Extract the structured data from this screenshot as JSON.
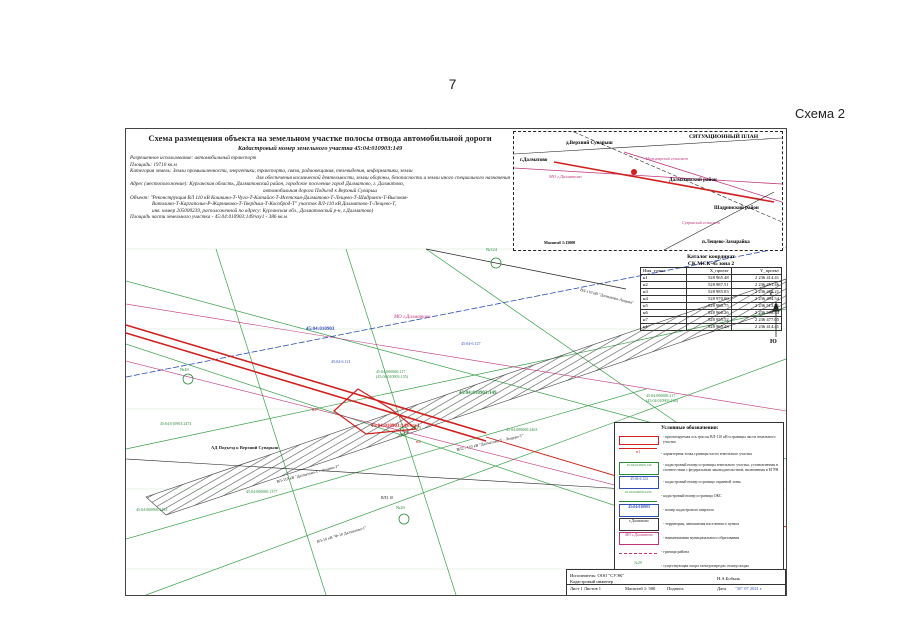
{
  "page_number": "7",
  "scheme_label": "Схема 2",
  "header": {
    "title": "Схема размещения объекта на земельном участке полосы отвода автомобильной дороги",
    "cadastral_number": "Кадастровый номер земельного участка 45:04:010903:149",
    "permitted_use": "Разрешенное использование: автомобильный транспорт",
    "area": "Площадь: 19710 кв.м",
    "category_line1": "Категория земель: Земли промышленности, энергетики, транспорта, связи, радиовещания, телевидения, информатики, земли",
    "category_line2": "для обеспечения космической деятельности, земли обороны, безопасности и земли иного специального назначения",
    "address_line1": "Адрес (местоположение): Курганская область, Далматовский район, городское поселение город Далматово, г. Далматово,",
    "address_line2": "автомобильная дорога Подъезд к Верхний Суварьш",
    "object_line1": "Объект: \"Реконструкция ВЛ 110 кВ Кошкино-Т-Чуга-Т-Катайск-Т-Исетская-Далматово-Т-Лещево-Т-Шадринск-Т-Высокая-",
    "object_line2": "Ватолино-Т-Каргаполье-Р-Жарниково-Т-Твердыш-Т-Кособрод-Т\" участок ВЛ-110 кВ Далматово-Т-Лещево-Т,",
    "object_line3": "инв. номер 205000239, расположенной по адресу: Курганская обл., Далматовский р-н, г.Далматово)",
    "part_area": "Площадь части земельного участка - 45:04:010903:149/чзу1 - 386 кв.м"
  },
  "inset": {
    "title": "СИТУАЦИОННЫЙ ПЛАН",
    "places": {
      "verkhny": "д.Верхний Суварыш",
      "dalmatovo_town": "г.Далматово",
      "mo": "МО г.Далматово",
      "district": "Далматовский район",
      "district_sub": "Нижнеярский сельсовет",
      "shadrinsk": "Шадринский район",
      "shadrinsk_sub": "Сухринский сельсовет",
      "leshevo": "п.Лещево-Замарайка"
    },
    "scale": "Масштаб 1:15000"
  },
  "coords": {
    "title1": "Каталог координат",
    "title2": "СК МСК-45 зона 2",
    "headers": [
      "Имя_точки",
      "X_проект",
      "Y_проект"
    ],
    "rows": [
      [
        "н1",
        "528 965.48",
        "2 236 414.41"
      ],
      [
        "н2",
        "528 987.51",
        "2 236 451.46"
      ],
      [
        "н3",
        "528 985.03",
        "2 236 469.21"
      ],
      [
        "н4",
        "528 970.00",
        "2 236 494.54"
      ],
      [
        "н5",
        "528 980.75",
        "2 236 513.01"
      ],
      [
        "н6",
        "528 966.26",
        "2 236 508.44"
      ],
      [
        "н7",
        "528 955.52",
        "2 236 477.05"
      ],
      [
        "н1",
        "528 965.48",
        "2 236 414.41"
      ]
    ]
  },
  "north": "С",
  "south": "Ю",
  "map_labels": {
    "quarter": "45:04:010903",
    "mo": "МО г.Далматово",
    "parcel": "45:04:010903:149",
    "part": "45:04:010903:149/чзу1",
    "zone1": "45:04-6.121",
    "zone2": "45:04-6.127",
    "p1": "45:04:000000:217",
    "p1b": "(45:04:010903:135)",
    "p2": "45:04:010903:2474",
    "p3": "45:04:000000:217",
    "p3b": "(45:04:010903:134)",
    "p4": "45:04:000000:2463",
    "p5": "45:04:000000:2463",
    "p6": "45:04:000000:1377",
    "road": "АД Подъезд к Верхний Суварыш",
    "vl_top": "ВЛ-110 кВ \"Далматово-Лещево\"",
    "vl_mid": "ВЛ2 - 110 кВ \"Далматово-Т - Лещево-Т\"",
    "vl_left": "ВЛ-110 кВ \"Далматово-Т - Лещево-Т\"",
    "vl_bottom": "ВЛ-10 кВ \"Ф-10 Далматово-1\"",
    "pole1": "№324",
    "pole2": "№40",
    "pole3": "№29",
    "pole4": "№20",
    "n1": "н1",
    "n4": "н4",
    "vl10": "ВЛЗ 10"
  },
  "legend": {
    "title": "Условные обозначения:",
    "items": [
      {
        "sym": "",
        "text": "- проектируемая ось трассы ВЛ-110 кВ и границы части земельного участка"
      },
      {
        "sym": "н1",
        "text": "- характерная точка границы части земельного участка"
      },
      {
        "sym": "45:04:010903:149",
        "text": "- кадастровый номер и границы земельного участка, установленная в соответствии с федеральным законодательством, включенная в ЕГРН"
      },
      {
        "sym": "45:04-6.124",
        "text": "- кадастровый номер и граница охранной зоны"
      },
      {
        "sym": "45:04:000000:2456",
        "text": "- кадастровый номер и граница ОКС"
      },
      {
        "sym": "45:04:010903",
        "text": "- номер кадастрового квартала"
      },
      {
        "sym": "г.Далматово",
        "text": "- территория, занимаемая населенного пункта"
      },
      {
        "sym": "МО г.Далматово",
        "text": "- наименования муниципального образования"
      },
      {
        "sym": "",
        "text": "- граница района"
      },
      {
        "sym": "№29",
        "text": "- существующая опора электропередач, номер опоры"
      }
    ]
  },
  "stamp": {
    "executor": "Исполнитель: ООО \"СУЭК\"",
    "engineer": "Кадастровый инженер",
    "name": "Н.А.Бобыль",
    "sheet": "Лист 1  Листов 1",
    "scale": "Масштаб 1: 500",
    "sign": "Подпись",
    "date_label": "Дата",
    "date_value": "\"30\" 07 2021 г."
  }
}
